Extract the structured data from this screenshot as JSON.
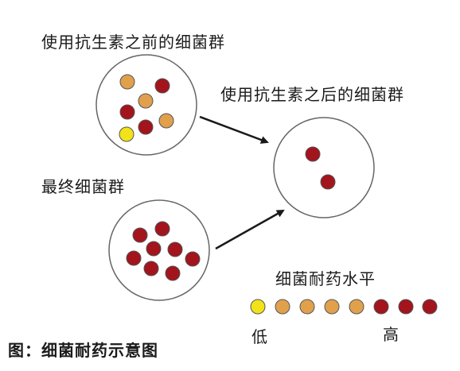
{
  "labels": {
    "before": "使用抗生素之前的细菌群",
    "after": "使用抗生素之后的细菌群",
    "final": "最终细菌群",
    "resistance_level": "细菌耐药水平",
    "low": "低",
    "high": "高",
    "caption": "图：细菌耐药示意图"
  },
  "colors": {
    "yellow": "#f2e21a",
    "orange": "#e0a04c",
    "red": "#a3141d",
    "circle_stroke": "#666666",
    "arrow": "#1a1a1a"
  },
  "populations": {
    "before": [
      "orange",
      "red",
      "orange",
      "red",
      "red",
      "orange",
      "yellow"
    ],
    "after": [
      "red",
      "red"
    ],
    "final": [
      "red",
      "red",
      "red",
      "red",
      "red",
      "red",
      "red",
      "red"
    ]
  },
  "resistance_scale": [
    "yellow",
    "orange",
    "orange",
    "orange",
    "orange",
    "red",
    "red",
    "red"
  ]
}
